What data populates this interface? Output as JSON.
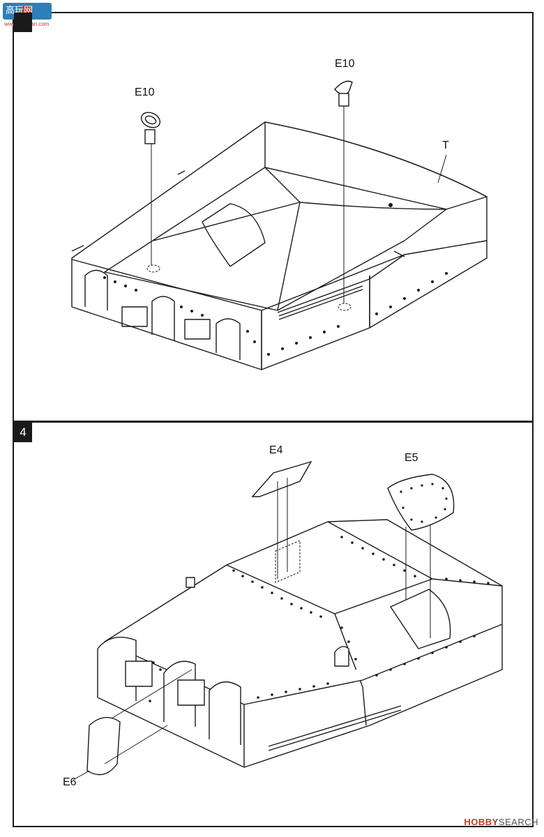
{
  "watermark": {
    "title": "高玩网",
    "url": "www.gaowan.com"
  },
  "steps": [
    {
      "number": ""
    },
    {
      "number": "4"
    }
  ],
  "step3_callouts": {
    "left_part": "E10",
    "right_part": "E10",
    "turret": "T"
  },
  "step4_callouts": {
    "top_hatch": "E4",
    "side_hatch": "E5",
    "mantlet": "E6"
  },
  "source": {
    "prefix": "HOBBY",
    "suffix": "SEARCH"
  },
  "colors": {
    "line": "#1a1a1a",
    "accent": "#c0392b"
  }
}
